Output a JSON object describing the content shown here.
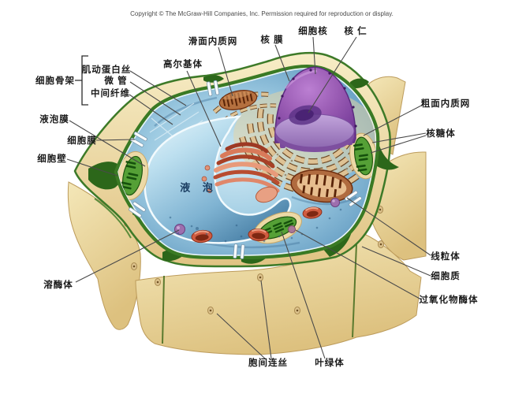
{
  "copyright": "Copyright © The McGraw-Hill Companies, Inc. Permission required for reproduction or display.",
  "labels": {
    "smooth_er": "滑面内质网",
    "nuclear_membrane": "核 膜",
    "cell_nucleus": "细胞核",
    "nucleolus": "核 仁",
    "golgi": "高尔基体",
    "actin_filaments": "肌动蛋白丝",
    "microtubule": "微 管",
    "intermediate_filament": "中间纤维",
    "cytoskeleton": "细胞骨架",
    "tonoplast": "液泡膜",
    "cell_membrane": "细胞膜",
    "cell_wall": "细胞壁",
    "lysosome": "溶酶体",
    "rough_er": "粗面内质网",
    "ribosome": "核糖体",
    "mitochondrion": "线粒体",
    "cytoplasm": "细胞质",
    "peroxisome": "过氧化物酶体",
    "plasmodesmata": "胞间连丝",
    "chloroplast": "叶绿体",
    "vacuole": "液 泡"
  },
  "colors": {
    "cell_wall_tan": "#e9d49c",
    "junction_green": "#2c671a",
    "cytoplasm_blue": "#8fc0da",
    "vacuole_blue": "#7fb3d2",
    "nucleus_purple": "#8d54a8",
    "nucleolus_purple": "#53297d",
    "er_tan": "#dec294",
    "golgi_red": "#c05a40",
    "mitochondrion_brown": "#a8643c",
    "chloroplast_green": "#3f8f2d",
    "label_color": "#1b1b1b",
    "leader_line": "#4a4a4a"
  }
}
